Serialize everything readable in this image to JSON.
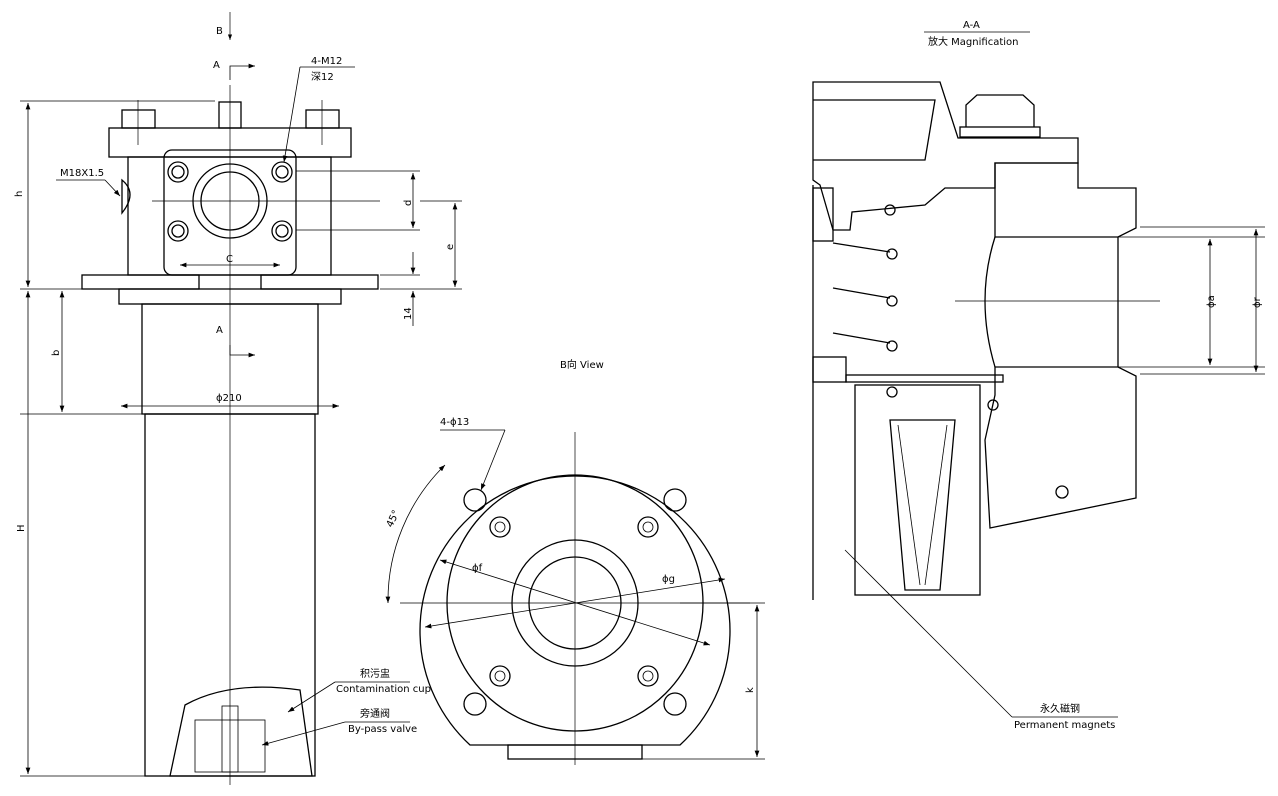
{
  "front_view": {
    "section_marker_top": "A",
    "section_marker_bottom": "A",
    "view_marker": "B",
    "thread_label": "4-M12",
    "depth_label": "深12",
    "port_thread": "M18X1.5",
    "dim_h": "h",
    "dim_d": "d",
    "dim_e": "e",
    "dim_c": "C",
    "dim_14": "14",
    "dim_b": "b",
    "dim_diameter": "ϕ210",
    "dim_H": "H",
    "contamination_cup_cn": "积污盅",
    "contamination_cup_en": "Contamination cup",
    "bypass_valve_cn": "旁通阀",
    "bypass_valve_en": "By-pass valve"
  },
  "b_view": {
    "title": "B向  View",
    "holes_label": "4-ϕ13",
    "angle_label": "45°",
    "dim_f": "ϕf",
    "dim_g": "ϕg",
    "dim_k": "k"
  },
  "section_view": {
    "title": "A-A",
    "subtitle": "放大 Magnification",
    "dim_a": "ϕa",
    "dim_r": "ϕr",
    "magnets_cn": "永久磁钢",
    "magnets_en": "Permanent magnets"
  }
}
